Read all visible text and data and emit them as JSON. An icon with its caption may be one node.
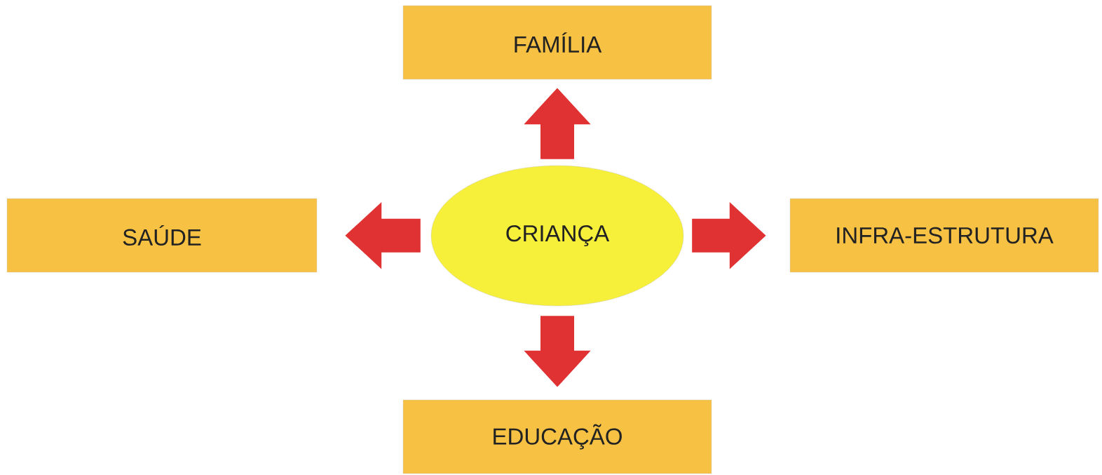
{
  "diagram": {
    "nodes": [
      {
        "text": [
          "CRIANÇA"
        ]
      },
      {
        "text": [
          "FAMÍLIA"
        ]
      },
      {
        "text": [
          "SAÚDE"
        ]
      },
      {
        "text": [
          "INFRA-ESTRUTURA"
        ]
      },
      {
        "text": [
          "EDUCAÇÃO"
        ]
      }
    ],
    "edges": [
      {
        "from": 0,
        "to": 1,
        "arrow": "to"
      },
      {
        "from": 0,
        "to": 2,
        "arrow": "to"
      },
      {
        "from": 0,
        "to": 3,
        "arrow": "to"
      },
      {
        "from": 0,
        "to": 4,
        "arrow": "to"
      }
    ]
  }
}
